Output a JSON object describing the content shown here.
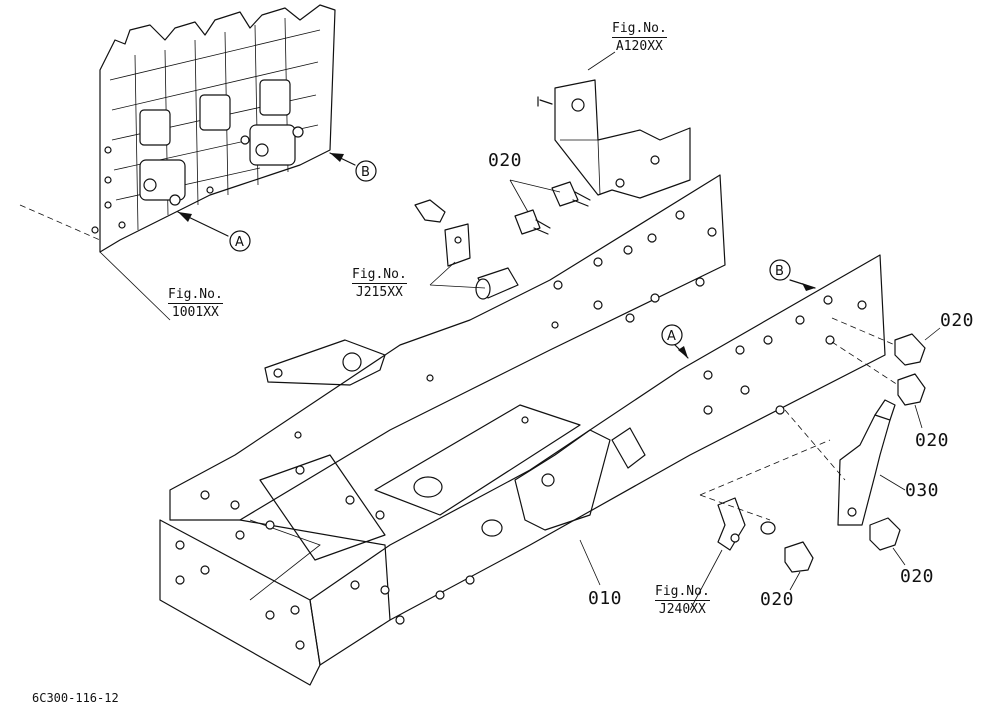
{
  "callouts": [
    {
      "id": "c1",
      "text": "020"
    },
    {
      "id": "c2",
      "text": "020"
    },
    {
      "id": "c3",
      "text": "020"
    },
    {
      "id": "c4",
      "text": "030"
    },
    {
      "id": "c5",
      "text": "020"
    },
    {
      "id": "c6",
      "text": "020"
    },
    {
      "id": "c7",
      "text": "010"
    }
  ],
  "figure_refs": [
    {
      "id": "f1",
      "line1": "Fig.No.",
      "line2": "A120XX"
    },
    {
      "id": "f2",
      "line1": "Fig.No.",
      "line2": "J215XX"
    },
    {
      "id": "f3",
      "line1": "Fig.No.",
      "line2": "1001XX"
    },
    {
      "id": "f4",
      "line1": "Fig.No.",
      "line2": "J240XX"
    }
  ],
  "view_markers": {
    "a": "A",
    "b": "B"
  },
  "drawing_code": "6C300-116-12"
}
